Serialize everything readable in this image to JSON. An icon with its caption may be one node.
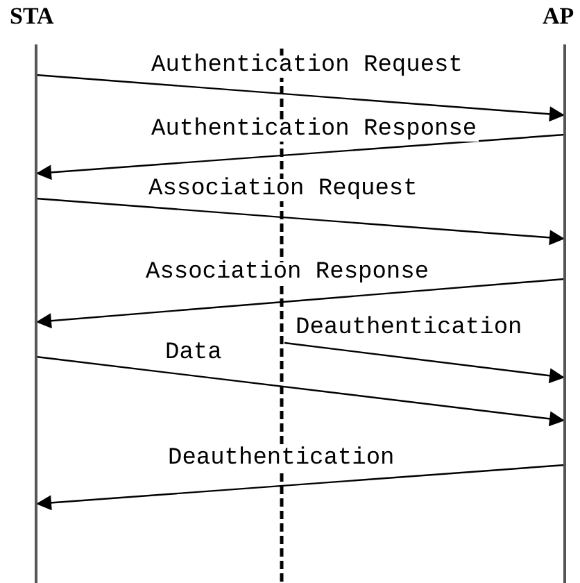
{
  "diagram": {
    "nodes": [
      {
        "text": [
          "STA"
        ]
      },
      {
        "text": [
          "AP"
        ]
      }
    ],
    "edges": [
      {
        "from": 0,
        "to": 1,
        "arrow": "to",
        "label": "Authentication Request"
      },
      {
        "from": 1,
        "to": 0,
        "arrow": "to",
        "label": "Authentication Response"
      },
      {
        "from": 0,
        "to": 1,
        "arrow": "to",
        "label": "Association Request"
      },
      {
        "from": 1,
        "to": 0,
        "arrow": "to",
        "label": "Association Response"
      },
      {
        "from": null,
        "to": 1,
        "arrow": "to",
        "label": "Deauthentication"
      },
      {
        "from": 0,
        "to": 1,
        "arrow": "to",
        "label": "Data"
      },
      {
        "from": 1,
        "to": 0,
        "arrow": "to",
        "label": "Deauthentication"
      }
    ]
  }
}
